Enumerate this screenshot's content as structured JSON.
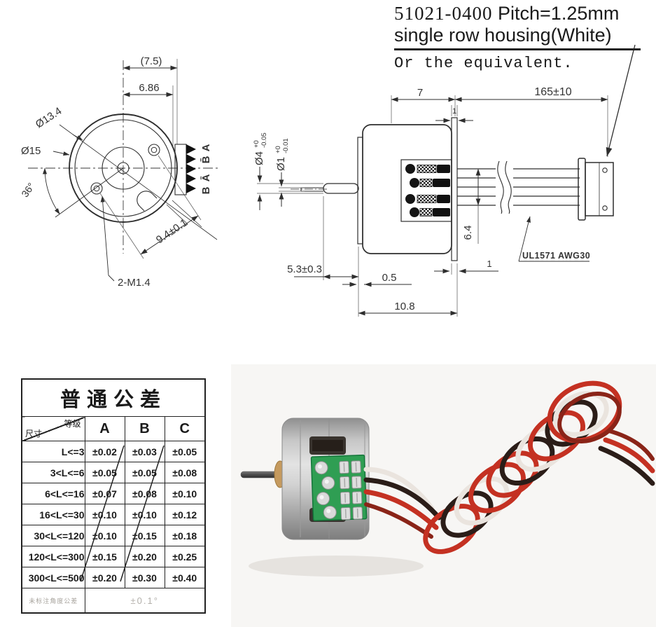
{
  "header": {
    "model": "51021-0400",
    "pitch": "Pitch=1.25mm",
    "line2": "single row housing(White)",
    "line3": "Or the equivalent."
  },
  "front_view": {
    "dim_top_ref": "(7.5)",
    "dim_top": "6.86",
    "dia_inner": "Ø13.4",
    "dia_outer": "Ø15",
    "angle": "36°",
    "dim_holes": "9.4±0.1",
    "holes_label": "2-M1.4",
    "wire_labels": [
      "A",
      "B̄",
      "Ā",
      "B"
    ]
  },
  "side_view": {
    "dia_shaft_main": "Ø4",
    "dia_shaft_plus": "+0",
    "dia_shaft_minus": "-0.05",
    "dia_tip_main": "Ø1",
    "dia_tip_plus": "+0",
    "dia_tip_minus": "-0.01",
    "dim_body": "7",
    "dim_lead": "165±10",
    "dim_pcb_top": "1",
    "dim_bundle": "6.4",
    "dim_shaft_len": "5.3±0.3",
    "dim_flange": "0.5",
    "dim_pcb_bottom": "1",
    "dim_total": "10.8",
    "wire_spec": "UL1571 AWG30"
  },
  "tolerance_table": {
    "title": "普通公差",
    "corner_top": "等级",
    "corner_bottom": "尺寸",
    "columns": [
      "A",
      "B",
      "C"
    ],
    "rows": [
      {
        "range": "L<=3",
        "a": "±0.02",
        "b": "±0.03",
        "c": "±0.05"
      },
      {
        "range": "3<L<=6",
        "a": "±0.05",
        "b": "±0.05",
        "c": "±0.08"
      },
      {
        "range": "6<L<=16",
        "a": "±0.07",
        "b": "±0.08",
        "c": "±0.10"
      },
      {
        "range": "16<L<=30",
        "a": "±0.10",
        "b": "±0.10",
        "c": "±0.12"
      },
      {
        "range": "30<L<=120",
        "a": "±0.10",
        "b": "±0.15",
        "c": "±0.18"
      },
      {
        "range": "120<L<=300",
        "a": "±0.15",
        "b": "±0.20",
        "c": "±0.25"
      },
      {
        "range": "300<L<=500",
        "a": "±0.20",
        "b": "±0.30",
        "c": "±0.40"
      }
    ],
    "footer_label": "未标注角度公差",
    "footer_value": "±0.1°"
  },
  "photo": {
    "pcb_green": "#2f9e53",
    "wire_red": "#c43122",
    "wire_dark_red": "#8a2418",
    "wire_black": "#2b1d18",
    "wire_white": "#eae4de",
    "motor_silver": "#c6c6c6",
    "brass": "#c59a5e"
  }
}
